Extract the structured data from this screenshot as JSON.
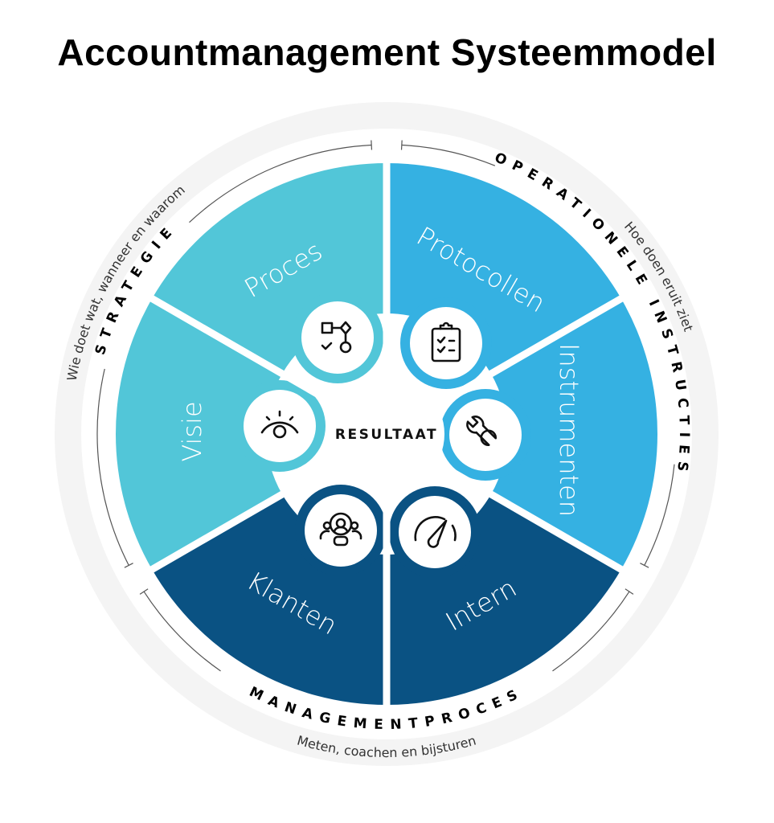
{
  "title": "Accountmanagement Systeemmodel",
  "center": {
    "label": "RESULTAAT"
  },
  "groups": [
    {
      "label": "STRATEGIE",
      "subtitle": "Wie doet wat, wanneer en waarom"
    },
    {
      "label": "OPERATIONELE INSTRUCTIES",
      "subtitle": "Hoe doen eruit ziet"
    },
    {
      "label": "MANAGEMENTPROCES",
      "subtitle": "Meten, coachen en bijsturen"
    }
  ],
  "segments": [
    {
      "label": "Proces",
      "icon": "process-flow-icon",
      "color": "#52C6D8"
    },
    {
      "label": "Protocollen",
      "icon": "clipboard-checklist-icon",
      "color": "#35B1E2"
    },
    {
      "label": "Instrumenten",
      "icon": "wrench-icon",
      "color": "#35B1E2"
    },
    {
      "label": "Intern",
      "icon": "gauge-icon",
      "color": "#0A5283"
    },
    {
      "label": "Klanten",
      "icon": "customer-group-icon",
      "color": "#0A5283"
    },
    {
      "label": "Visie",
      "icon": "eye-icon",
      "color": "#52C6D8"
    }
  ],
  "colors": {
    "ring": "#F4F4F4",
    "bracket": "#555555"
  }
}
